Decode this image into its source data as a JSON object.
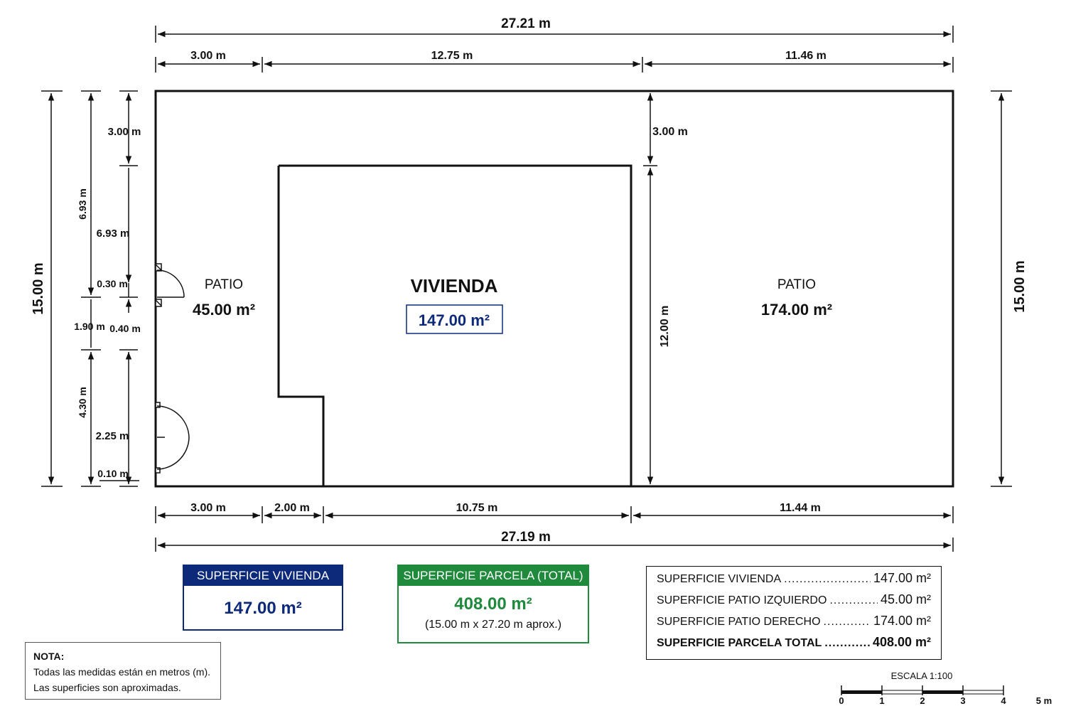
{
  "dims": {
    "top_total": "27.21 m",
    "top_left": "3.00 m",
    "top_mid": "12.75 m",
    "top_right": "11.46 m",
    "bottom_total": "27.19 m",
    "bottom_a": "3.00 m",
    "bottom_b": "2.00 m",
    "bottom_c": "10.75 m",
    "bottom_d": "11.44 m",
    "left_total": "15.00 m",
    "right_total": "15.00 m",
    "left_upper": "6.93 m",
    "left_lower": "4.30 m",
    "left_gap": "1.90 m",
    "inner_3": "3.00 m",
    "inner_693": "6.93 m",
    "inner_030": "0.30 m",
    "inner_040": "0.40 m",
    "inner_225": "2.25 m",
    "inner_010": "0.10 m",
    "house_top_gap": "3.00 m",
    "house_height": "12.00 m"
  },
  "rooms": {
    "patio_left_name": "PATIO",
    "patio_left_area": "45.00 m²",
    "vivienda_name": "VIVIENDA",
    "vivienda_area": "147.00 m²",
    "patio_right_name": "PATIO",
    "patio_right_area": "174.00 m²"
  },
  "box_vivienda": {
    "title": "SUPERFICIE VIVIENDA",
    "value": "147.00 m²",
    "color": "#0d2a7a"
  },
  "box_parcela": {
    "title": "SUPERFICIE PARCELA (TOTAL)",
    "value": "408.00 m²",
    "sub": "(15.00 m x 27.20 m aprox.)",
    "color": "#1f8a3c"
  },
  "summary": [
    {
      "label": "SUPERFICIE VIVIENDA",
      "value": "147.00 m²"
    },
    {
      "label": "SUPERFICIE PATIO IZQUIERDO",
      "value": "45.00 m²"
    },
    {
      "label": "SUPERFICIE PATIO DERECHO",
      "value": "174.00 m²"
    },
    {
      "label": "SUPERFICIE PARCELA TOTAL",
      "value": "408.00 m²"
    }
  ],
  "note": {
    "title": "NOTA:",
    "line1": "Todas las medidas están en metros (m).",
    "line2": "Las superficies son aproximadas."
  },
  "scale": {
    "title": "ESCALA 1:100",
    "ticks": [
      "0",
      "1",
      "2",
      "3",
      "4"
    ],
    "end_label": "5 m"
  }
}
